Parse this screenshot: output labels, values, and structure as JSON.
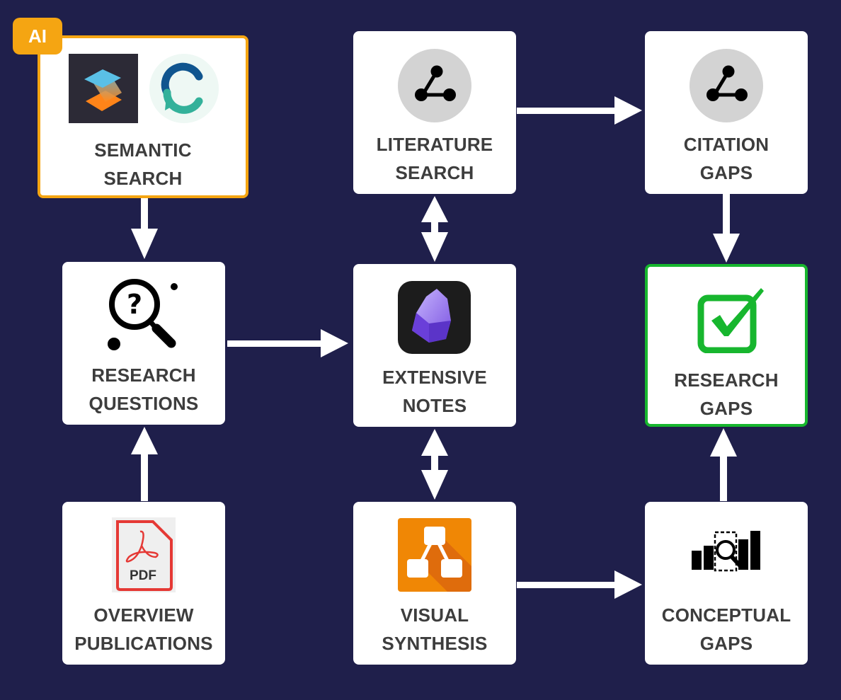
{
  "colors": {
    "background": "#1f1f4b",
    "ai_accent": "#f5a512",
    "done_accent": "#17b62e"
  },
  "badge": {
    "label": "AI"
  },
  "nodes": {
    "semantic_search": {
      "line1": "SEMANTIC",
      "line2": "SEARCH",
      "icons": [
        "layered-squares-app-icon",
        "speech-c-app-icon"
      ]
    },
    "literature_search": {
      "line1": "LITERATURE",
      "line2": "SEARCH",
      "icon": "graph-nodes-icon"
    },
    "citation_gaps": {
      "line1": "CITATION",
      "line2": "GAPS",
      "icon": "graph-nodes-icon"
    },
    "research_questions": {
      "line1": "RESEARCH",
      "line2": "QUESTIONS",
      "icon": "magnifier-question-icon"
    },
    "extensive_notes": {
      "line1": "EXTENSIVE",
      "line2": "NOTES",
      "icon": "purple-crystal-app-icon"
    },
    "research_gaps": {
      "line1": "RESEARCH",
      "line2": "GAPS",
      "icon": "green-checkbox-icon"
    },
    "overview_publications": {
      "line1": "OVERVIEW",
      "line2": "PUBLICATIONS",
      "icon": "pdf-file-icon",
      "icon_text": "PDF"
    },
    "visual_synthesis": {
      "line1": "VISUAL",
      "line2": "SYNTHESIS",
      "icon": "orange-diagram-app-icon"
    },
    "conceptual_gaps": {
      "line1": "CONCEPTUAL",
      "line2": "GAPS",
      "icon": "bar-chart-magnifier-icon"
    }
  },
  "edges": [
    {
      "from": "semantic_search",
      "to": "research_questions",
      "type": "one-way"
    },
    {
      "from": "overview_publications",
      "to": "research_questions",
      "type": "one-way"
    },
    {
      "from": "research_questions",
      "to": "extensive_notes",
      "type": "one-way"
    },
    {
      "from": "literature_search",
      "to": "extensive_notes",
      "type": "two-way"
    },
    {
      "from": "extensive_notes",
      "to": "visual_synthesis",
      "type": "two-way"
    },
    {
      "from": "literature_search",
      "to": "citation_gaps",
      "type": "one-way"
    },
    {
      "from": "citation_gaps",
      "to": "research_gaps",
      "type": "one-way"
    },
    {
      "from": "visual_synthesis",
      "to": "conceptual_gaps",
      "type": "one-way"
    },
    {
      "from": "conceptual_gaps",
      "to": "research_gaps",
      "type": "one-way"
    }
  ]
}
